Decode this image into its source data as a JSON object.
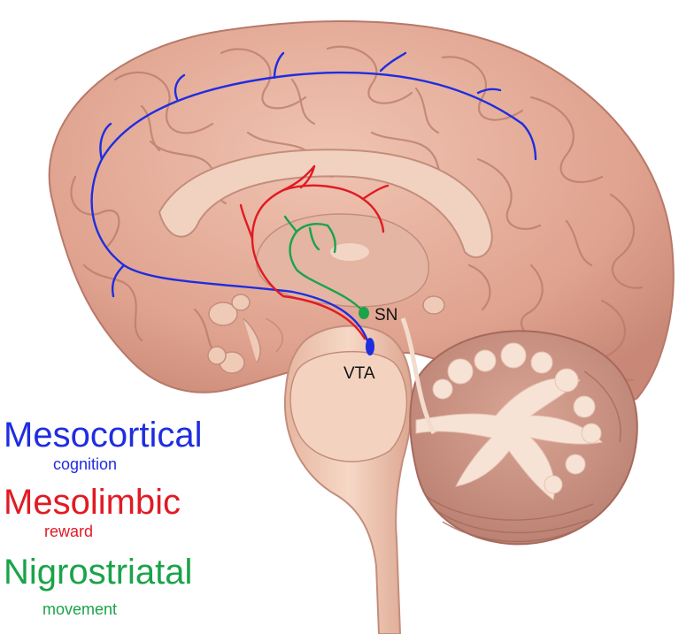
{
  "labels": {
    "sn": "SN",
    "vta": "VTA"
  },
  "legend": [
    {
      "title": "Mesocortical",
      "subtitle": "cognition",
      "color": "#1f2de0"
    },
    {
      "title": "Mesolimbic",
      "subtitle": "reward",
      "color": "#e01b24"
    },
    {
      "title": "Nigrostriatal",
      "subtitle": "movement",
      "color": "#1aa34a"
    }
  ],
  "colors": {
    "brain_tissue": "#e3aa96",
    "brain_dark": "#c9897a",
    "brain_light": "#f3d4c2",
    "mesocortical": "#1f2de0",
    "mesolimbic": "#e01b24",
    "nigrostriatal": "#1aa34a"
  }
}
